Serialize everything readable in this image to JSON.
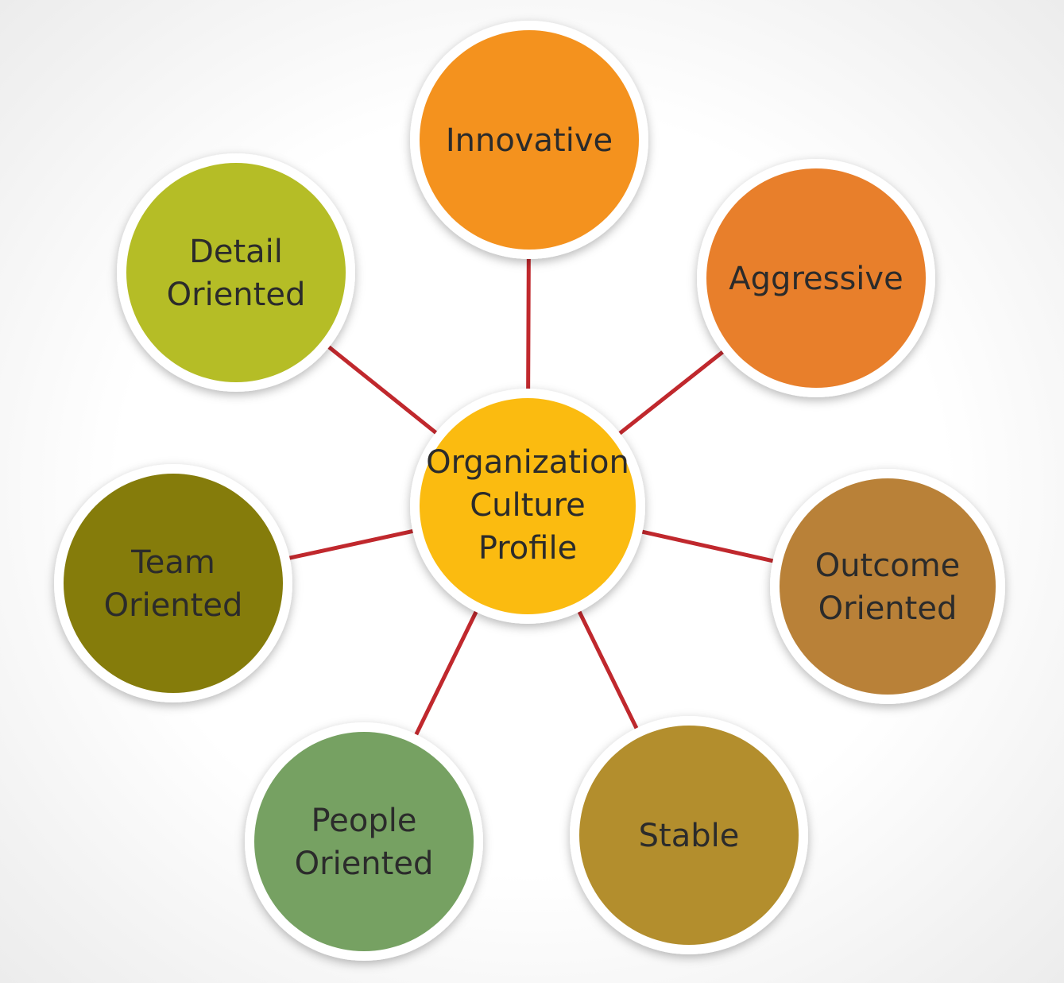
{
  "center": {
    "lines": [
      "Organization",
      "Culture",
      "Profile"
    ],
    "color": "#fbbb10"
  },
  "connector_color": "#c0282d",
  "ring_color": "#ffffff",
  "nodes": [
    {
      "key": "innovative",
      "lines": [
        "Innovative"
      ],
      "color": "#f4921e"
    },
    {
      "key": "aggressive",
      "lines": [
        "Aggressive"
      ],
      "color": "#e87f2b"
    },
    {
      "key": "outcome-oriented",
      "lines": [
        "Outcome",
        "Oriented"
      ],
      "color": "#b98138"
    },
    {
      "key": "stable",
      "lines": [
        "Stable"
      ],
      "color": "#b38e2d"
    },
    {
      "key": "people-oriented",
      "lines": [
        "People",
        "Oriented"
      ],
      "color": "#76a162"
    },
    {
      "key": "team-oriented",
      "lines": [
        "Team",
        "Oriented"
      ],
      "color": "#857c0b"
    },
    {
      "key": "detail-oriented",
      "lines": [
        "Detail",
        "Oriented"
      ],
      "color": "#b5bd26"
    }
  ]
}
